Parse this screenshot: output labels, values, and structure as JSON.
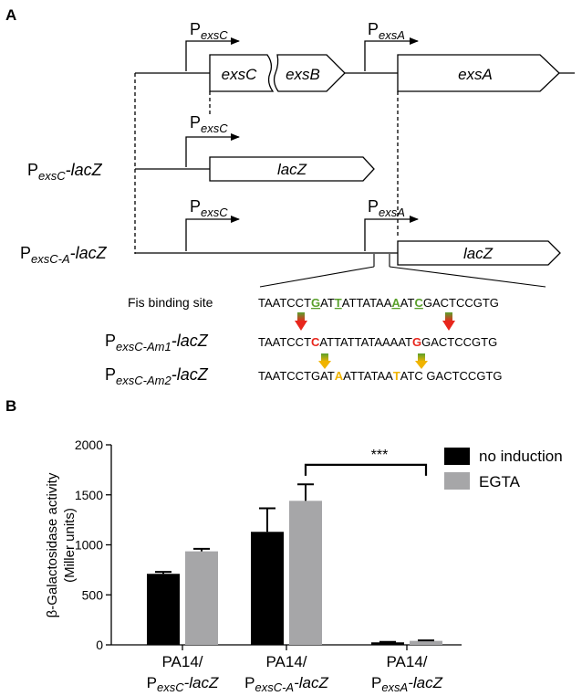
{
  "panel_a": {
    "label": "A",
    "promoters": {
      "exsC": {
        "main": "P",
        "sub": "exsC"
      },
      "exsA": {
        "main": "P",
        "sub": "exsA"
      }
    },
    "genes": {
      "exsC": "exsC",
      "exsB": "exsB",
      "exsA": "exsA",
      "lacZ": "lacZ"
    },
    "constructs": {
      "pexsc_lacz": {
        "main": "P",
        "sub": "exsC",
        "suffix": "-lacZ"
      },
      "pexsca_lacz": {
        "main": "P",
        "sub": "exsC-A",
        "suffix": "-lacZ"
      },
      "am1": {
        "main": "P",
        "sub": "exsC-Am1",
        "suffix": "-lacZ"
      },
      "am2": {
        "main": "P",
        "sub": "exsC-Am2",
        "suffix": "-lacZ"
      }
    },
    "fis_label": "Fis binding site",
    "sequences": {
      "fis": [
        {
          "t": "TAATCCT"
        },
        {
          "t": "G",
          "c": "green",
          "u": true
        },
        {
          "t": "AT"
        },
        {
          "t": "T",
          "c": "green",
          "u": true
        },
        {
          "t": "ATTATAA"
        },
        {
          "t": "A",
          "c": "green",
          "u": true
        },
        {
          "t": "AT"
        },
        {
          "t": "C",
          "c": "green",
          "u": true
        },
        {
          "t": "GACTCCGTG"
        }
      ],
      "am1": [
        {
          "t": "TAATCCT"
        },
        {
          "t": "C",
          "c": "red"
        },
        {
          "t": "ATTATTATAAAAT"
        },
        {
          "t": "G",
          "c": "red"
        },
        {
          "t": "GACTCCGTG"
        }
      ],
      "am2": [
        {
          "t": "TAATCCTGAT"
        },
        {
          "t": "A",
          "c": "orange"
        },
        {
          "t": "ATTATAA"
        },
        {
          "t": "T",
          "c": "orange"
        },
        {
          "t": "ATC GACTCCGTG"
        }
      ]
    }
  },
  "panel_b": {
    "label": "B",
    "ylabel_line1": "β-Galactosidase activity",
    "ylabel_line2": "(Miller units)",
    "significance": "***",
    "legend": [
      "no induction",
      "EGTA"
    ],
    "xlabels": [
      {
        "line1": "PA14/",
        "main": "P",
        "sub": "exsC",
        "suffix": "-lacZ"
      },
      {
        "line1": "PA14/",
        "main": "P",
        "sub": "exsC-A",
        "suffix": "-lacZ"
      },
      {
        "line1": "PA14/",
        "main": "P",
        "sub": "exsA",
        "suffix": "-lacZ"
      }
    ]
  },
  "chart_data": {
    "type": "bar",
    "categories": [
      "PA14/PexsC-lacZ",
      "PA14/PexsC-A-lacZ",
      "PA14/PexsA-lacZ"
    ],
    "series": [
      {
        "name": "no induction",
        "values": [
          710,
          1130,
          25
        ],
        "errors": [
          20,
          235,
          5
        ]
      },
      {
        "name": "EGTA",
        "values": [
          935,
          1440,
          40
        ],
        "errors": [
          25,
          165,
          5
        ]
      }
    ],
    "ylim": [
      0,
      2000
    ],
    "yticks": [
      "0",
      "500",
      "1000",
      "1500",
      "2000"
    ],
    "legend_position": "top-right",
    "grid": false,
    "colors": {
      "no induction": "#000000",
      "EGTA": "#a6a6a8"
    },
    "significance": {
      "label": "***",
      "between": [
        "PA14/PexsC-A-lacZ EGTA",
        "PA14/PexsA-lacZ EGTA"
      ]
    }
  },
  "colors": {
    "green": "#5aa02c",
    "red": "#e8261c",
    "orange": "#f0b400"
  }
}
